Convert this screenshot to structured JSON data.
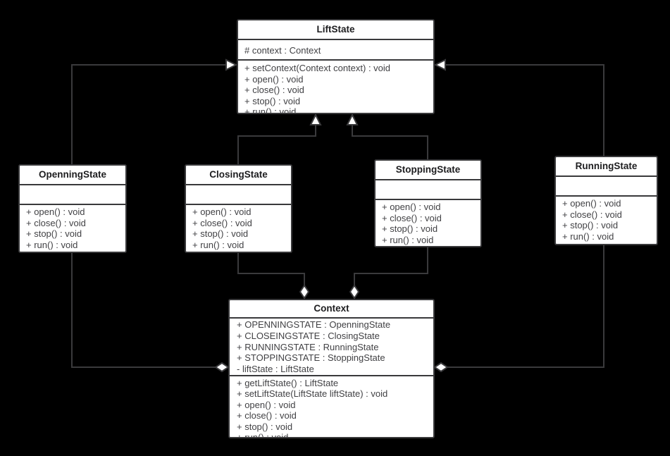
{
  "diagram": {
    "background_color": "#000000",
    "box_fill_color": "#ffffff",
    "line_color": "#3a3a3c",
    "classes": [
      {
        "name": "LiftState",
        "attributes": [
          "# context : Context"
        ],
        "methods": [
          "+ setContext(Context context) : void",
          "+ open() : void",
          "+ close() : void",
          "+ stop() : void",
          "+ run() : void"
        ]
      },
      {
        "name": "OpenningState",
        "attributes": [],
        "methods": [
          "+ open() : void",
          "+ close() : void",
          "+ stop() : void",
          "+ run() : void"
        ]
      },
      {
        "name": "ClosingState",
        "attributes": [],
        "methods": [
          "+ open() : void",
          "+ close() : void",
          "+ stop() : void",
          "+ run() : void"
        ]
      },
      {
        "name": "StoppingState",
        "attributes": [],
        "methods": [
          "+ open() : void",
          "+ close() : void",
          "+ stop() : void",
          "+ run() : void"
        ]
      },
      {
        "name": "RunningState",
        "attributes": [],
        "methods": [
          "+ open() : void",
          "+ close() : void",
          "+ stop() : void",
          "+ run() : void"
        ]
      },
      {
        "name": "Context",
        "attributes": [
          "+ OPENNINGSTATE : OpenningState",
          "+ CLOSEINGSTATE : ClosingState",
          "+ RUNNINGSTATE : RunningState",
          "+ STOPPINGSTATE : StoppingState",
          "- liftState : LiftState"
        ],
        "methods": [
          "+ getLiftState() : LiftState",
          "+ setLiftState(LiftState liftState) : void",
          "+ open() : void",
          "+ close() : void",
          "+ stop() : void",
          "+ run() : void"
        ]
      }
    ],
    "relationships": [
      {
        "from": "OpenningState",
        "to": "LiftState",
        "type": "generalization",
        "marker": "hollow-triangle"
      },
      {
        "from": "ClosingState",
        "to": "LiftState",
        "type": "generalization",
        "marker": "hollow-triangle"
      },
      {
        "from": "StoppingState",
        "to": "LiftState",
        "type": "generalization",
        "marker": "hollow-triangle"
      },
      {
        "from": "RunningState",
        "to": "LiftState",
        "type": "generalization",
        "marker": "hollow-triangle"
      },
      {
        "from": "OpenningState",
        "to": "Context",
        "type": "aggregation",
        "marker": "hollow-diamond",
        "diamond_at": "Context"
      },
      {
        "from": "ClosingState",
        "to": "Context",
        "type": "aggregation",
        "marker": "hollow-diamond",
        "diamond_at": "Context"
      },
      {
        "from": "StoppingState",
        "to": "Context",
        "type": "aggregation",
        "marker": "hollow-diamond",
        "diamond_at": "Context"
      },
      {
        "from": "RunningState",
        "to": "Context",
        "type": "aggregation",
        "marker": "hollow-diamond",
        "diamond_at": "Context"
      }
    ]
  }
}
